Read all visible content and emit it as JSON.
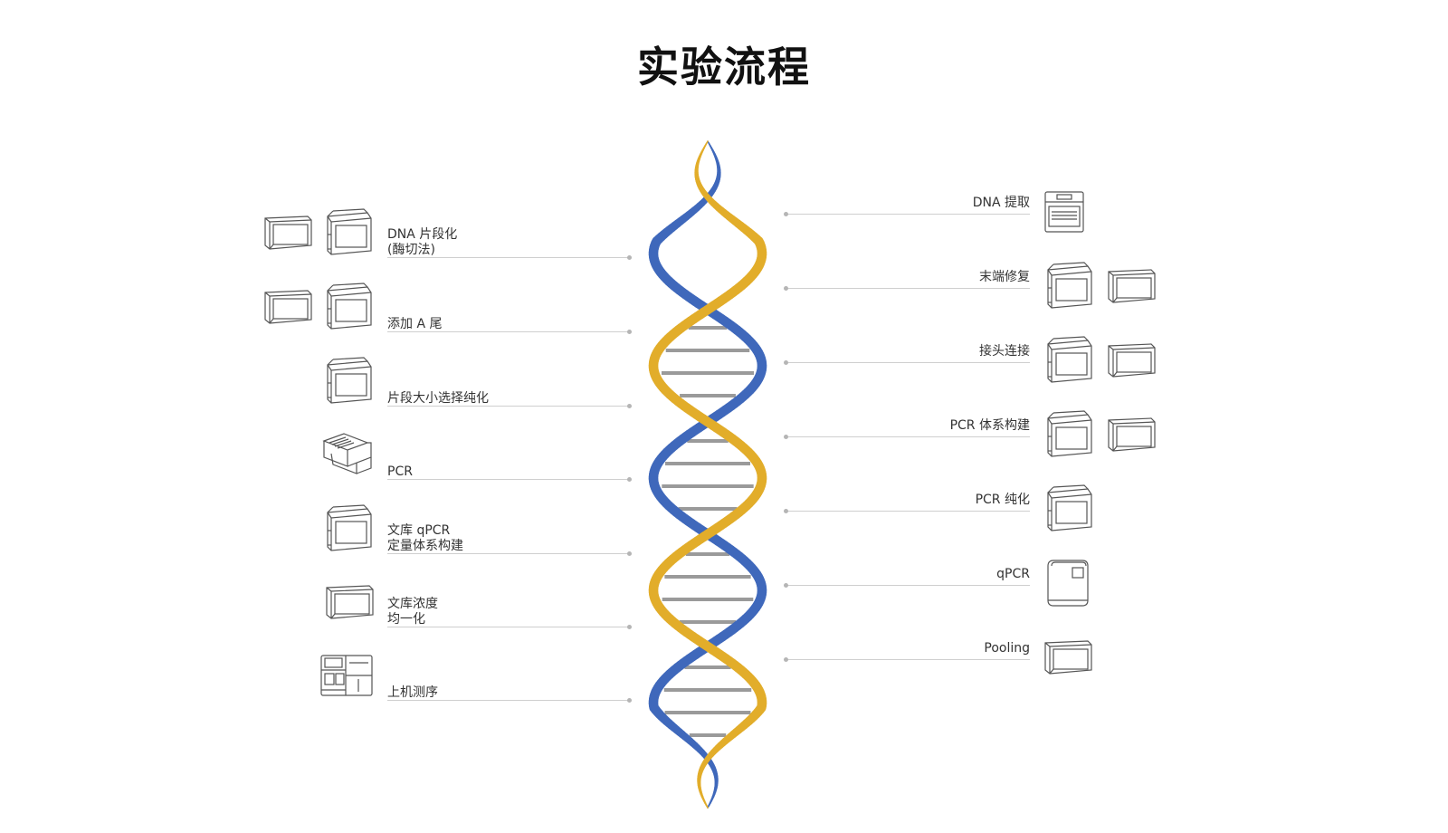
{
  "title": "实验流程",
  "colors": {
    "blue": "#3f68bb",
    "gold": "#e2ad2a",
    "rung": "#9a9a9a",
    "line": "#cfcfcf",
    "icon_stroke": "#555555"
  },
  "left_steps": [
    {
      "lines": [
        "DNA 片段化",
        "(酶切法)"
      ],
      "icons": [
        "plate-reader-icon",
        "thermal-cycler-icon"
      ]
    },
    {
      "lines": [
        "添加 A 尾"
      ],
      "icons": [
        "plate-reader-icon",
        "thermal-cycler-icon"
      ]
    },
    {
      "lines": [
        "片段大小选择纯化"
      ],
      "icons": [
        "thermal-cycler-icon"
      ]
    },
    {
      "lines": [
        "PCR"
      ],
      "icons": [
        "pcr-drawer-icon"
      ]
    },
    {
      "lines": [
        "文库 qPCR",
        "定量体系构建"
      ],
      "icons": [
        "thermal-cycler-icon"
      ]
    },
    {
      "lines": [
        "文库浓度",
        "均一化"
      ],
      "icons": [
        "plate-reader-icon"
      ]
    },
    {
      "lines": [
        "上机测序"
      ],
      "icons": [
        "sequencer-icon"
      ]
    }
  ],
  "right_steps": [
    {
      "lines": [
        "DNA 提取"
      ],
      "icons": [
        "extractor-icon"
      ]
    },
    {
      "lines": [
        "末端修复"
      ],
      "icons": [
        "thermal-cycler-icon",
        "plate-reader-icon"
      ]
    },
    {
      "lines": [
        "接头连接"
      ],
      "icons": [
        "thermal-cycler-icon",
        "plate-reader-icon"
      ]
    },
    {
      "lines": [
        "PCR 体系构建"
      ],
      "icons": [
        "thermal-cycler-icon",
        "plate-reader-icon"
      ]
    },
    {
      "lines": [
        "PCR 纯化"
      ],
      "icons": [
        "thermal-cycler-icon"
      ]
    },
    {
      "lines": [
        "qPCR"
      ],
      "icons": [
        "qpcr-instrument-icon"
      ]
    },
    {
      "lines": [
        "Pooling"
      ],
      "icons": [
        "plate-reader-icon"
      ]
    }
  ]
}
